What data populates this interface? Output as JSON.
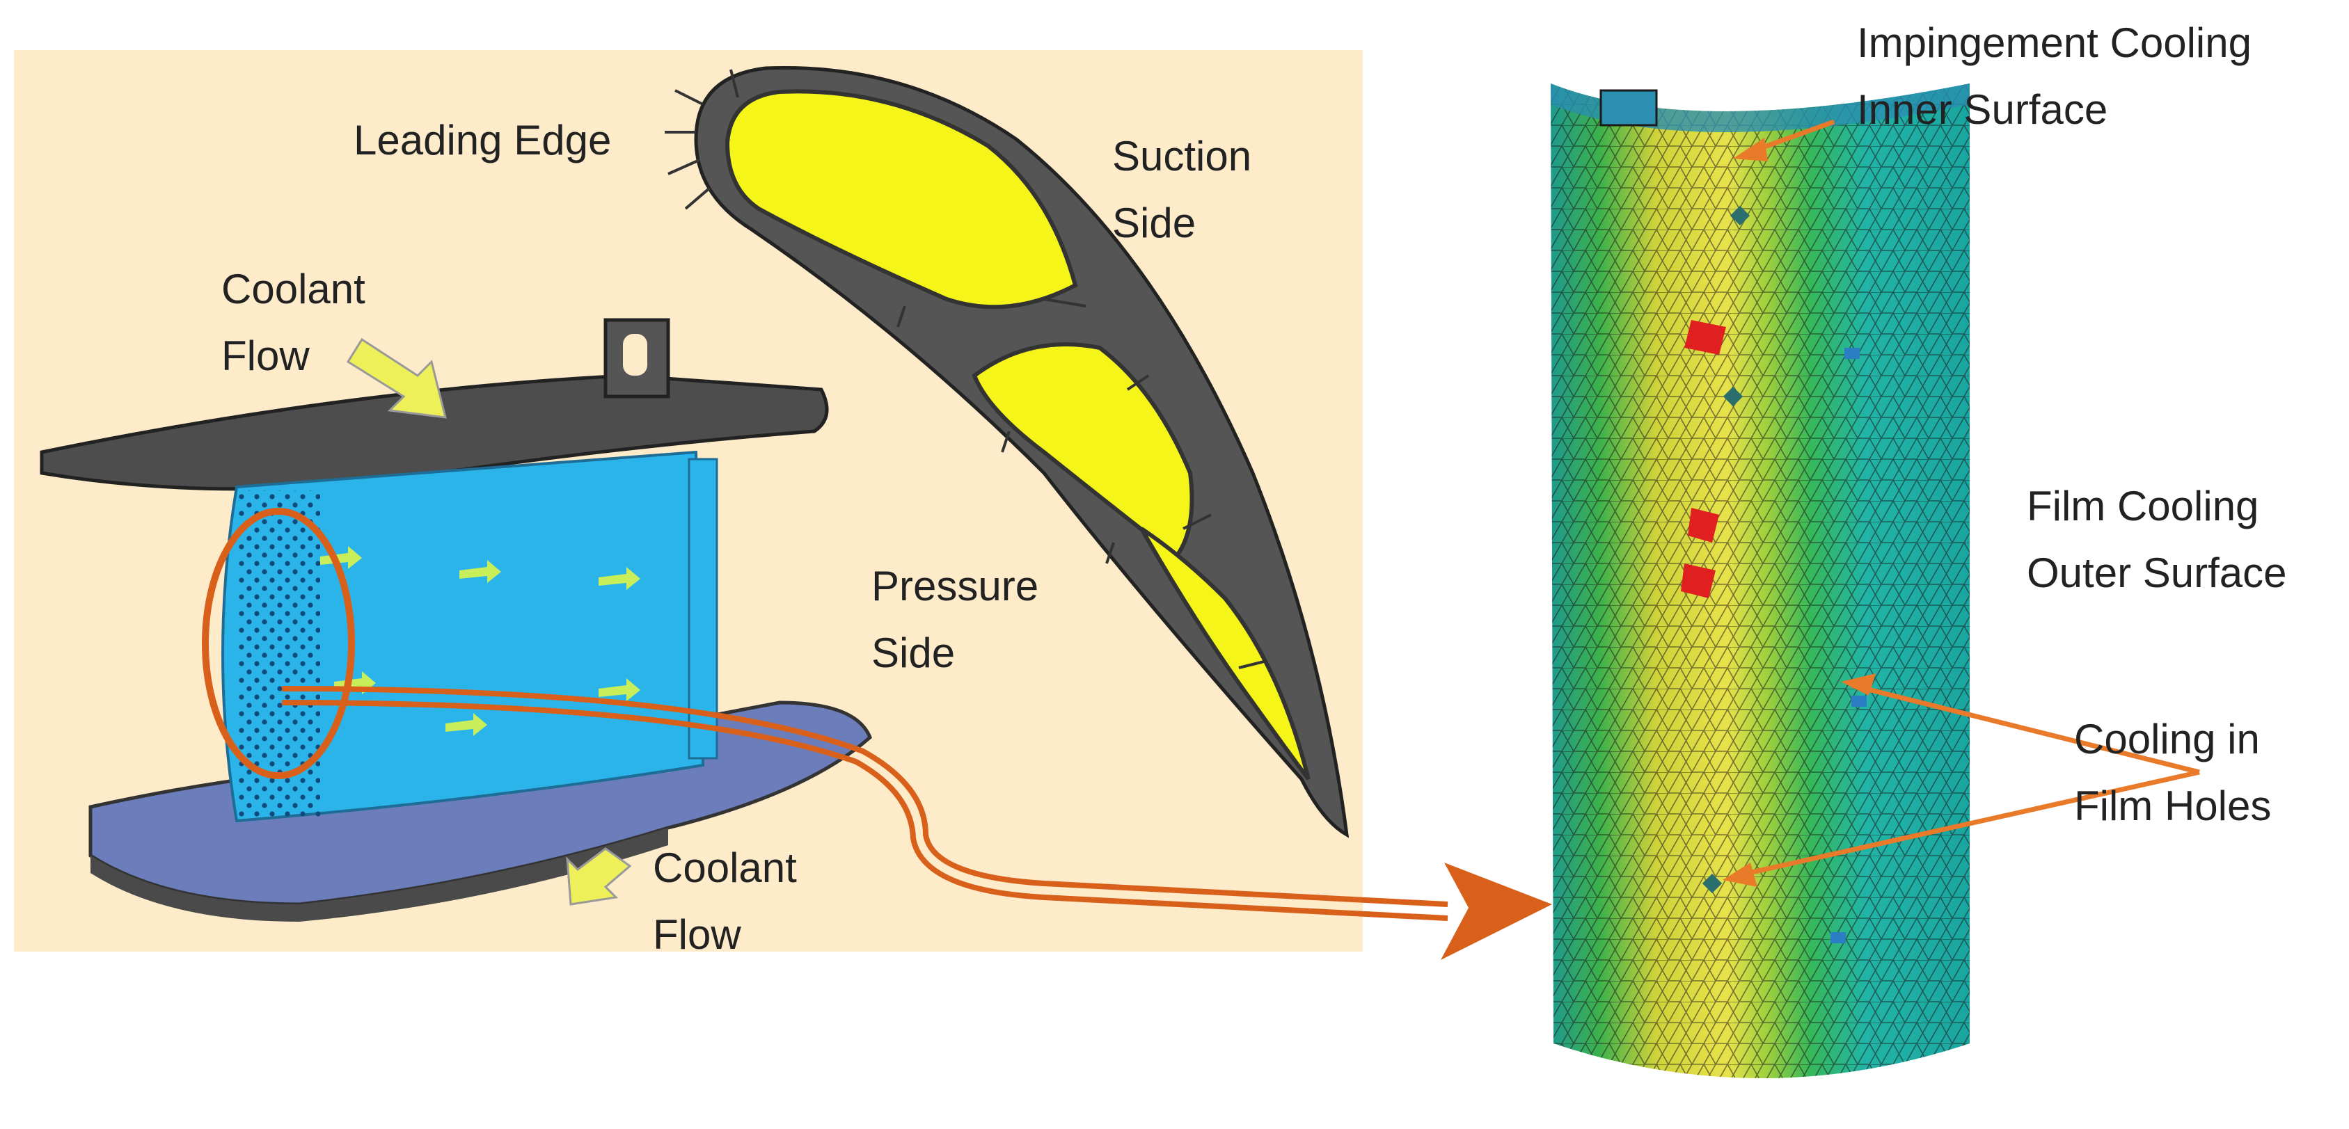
{
  "left_panel": {
    "background": "#fdebc9",
    "labels": {
      "leading_edge": "Leading Edge",
      "suction_side": [
        "Suction",
        "Side"
      ],
      "pressure_side": [
        "Pressure",
        "Side"
      ],
      "coolant_flow_top": [
        "Coolant",
        "Flow"
      ],
      "coolant_flow_bottom": [
        "Coolant",
        "Flow"
      ]
    }
  },
  "right_panel": {
    "labels": {
      "impingement": [
        "Impingement Cooling",
        "Inner Surface"
      ],
      "film_cooling": [
        "Film Cooling",
        "Outer Surface"
      ],
      "film_holes": [
        "Cooling in",
        "Film Holes"
      ]
    }
  },
  "colors": {
    "airfoil_yellow": "#f5f51a",
    "blade_blue": "#2ab4ea",
    "platform_grey": "#4a4a4a",
    "connector_orange": "#d9601a",
    "mesh_yellow": "#e6e24a",
    "mesh_green": "#4dc25a",
    "mesh_teal": "#1fb0a0",
    "hot_red": "#e02020"
  }
}
